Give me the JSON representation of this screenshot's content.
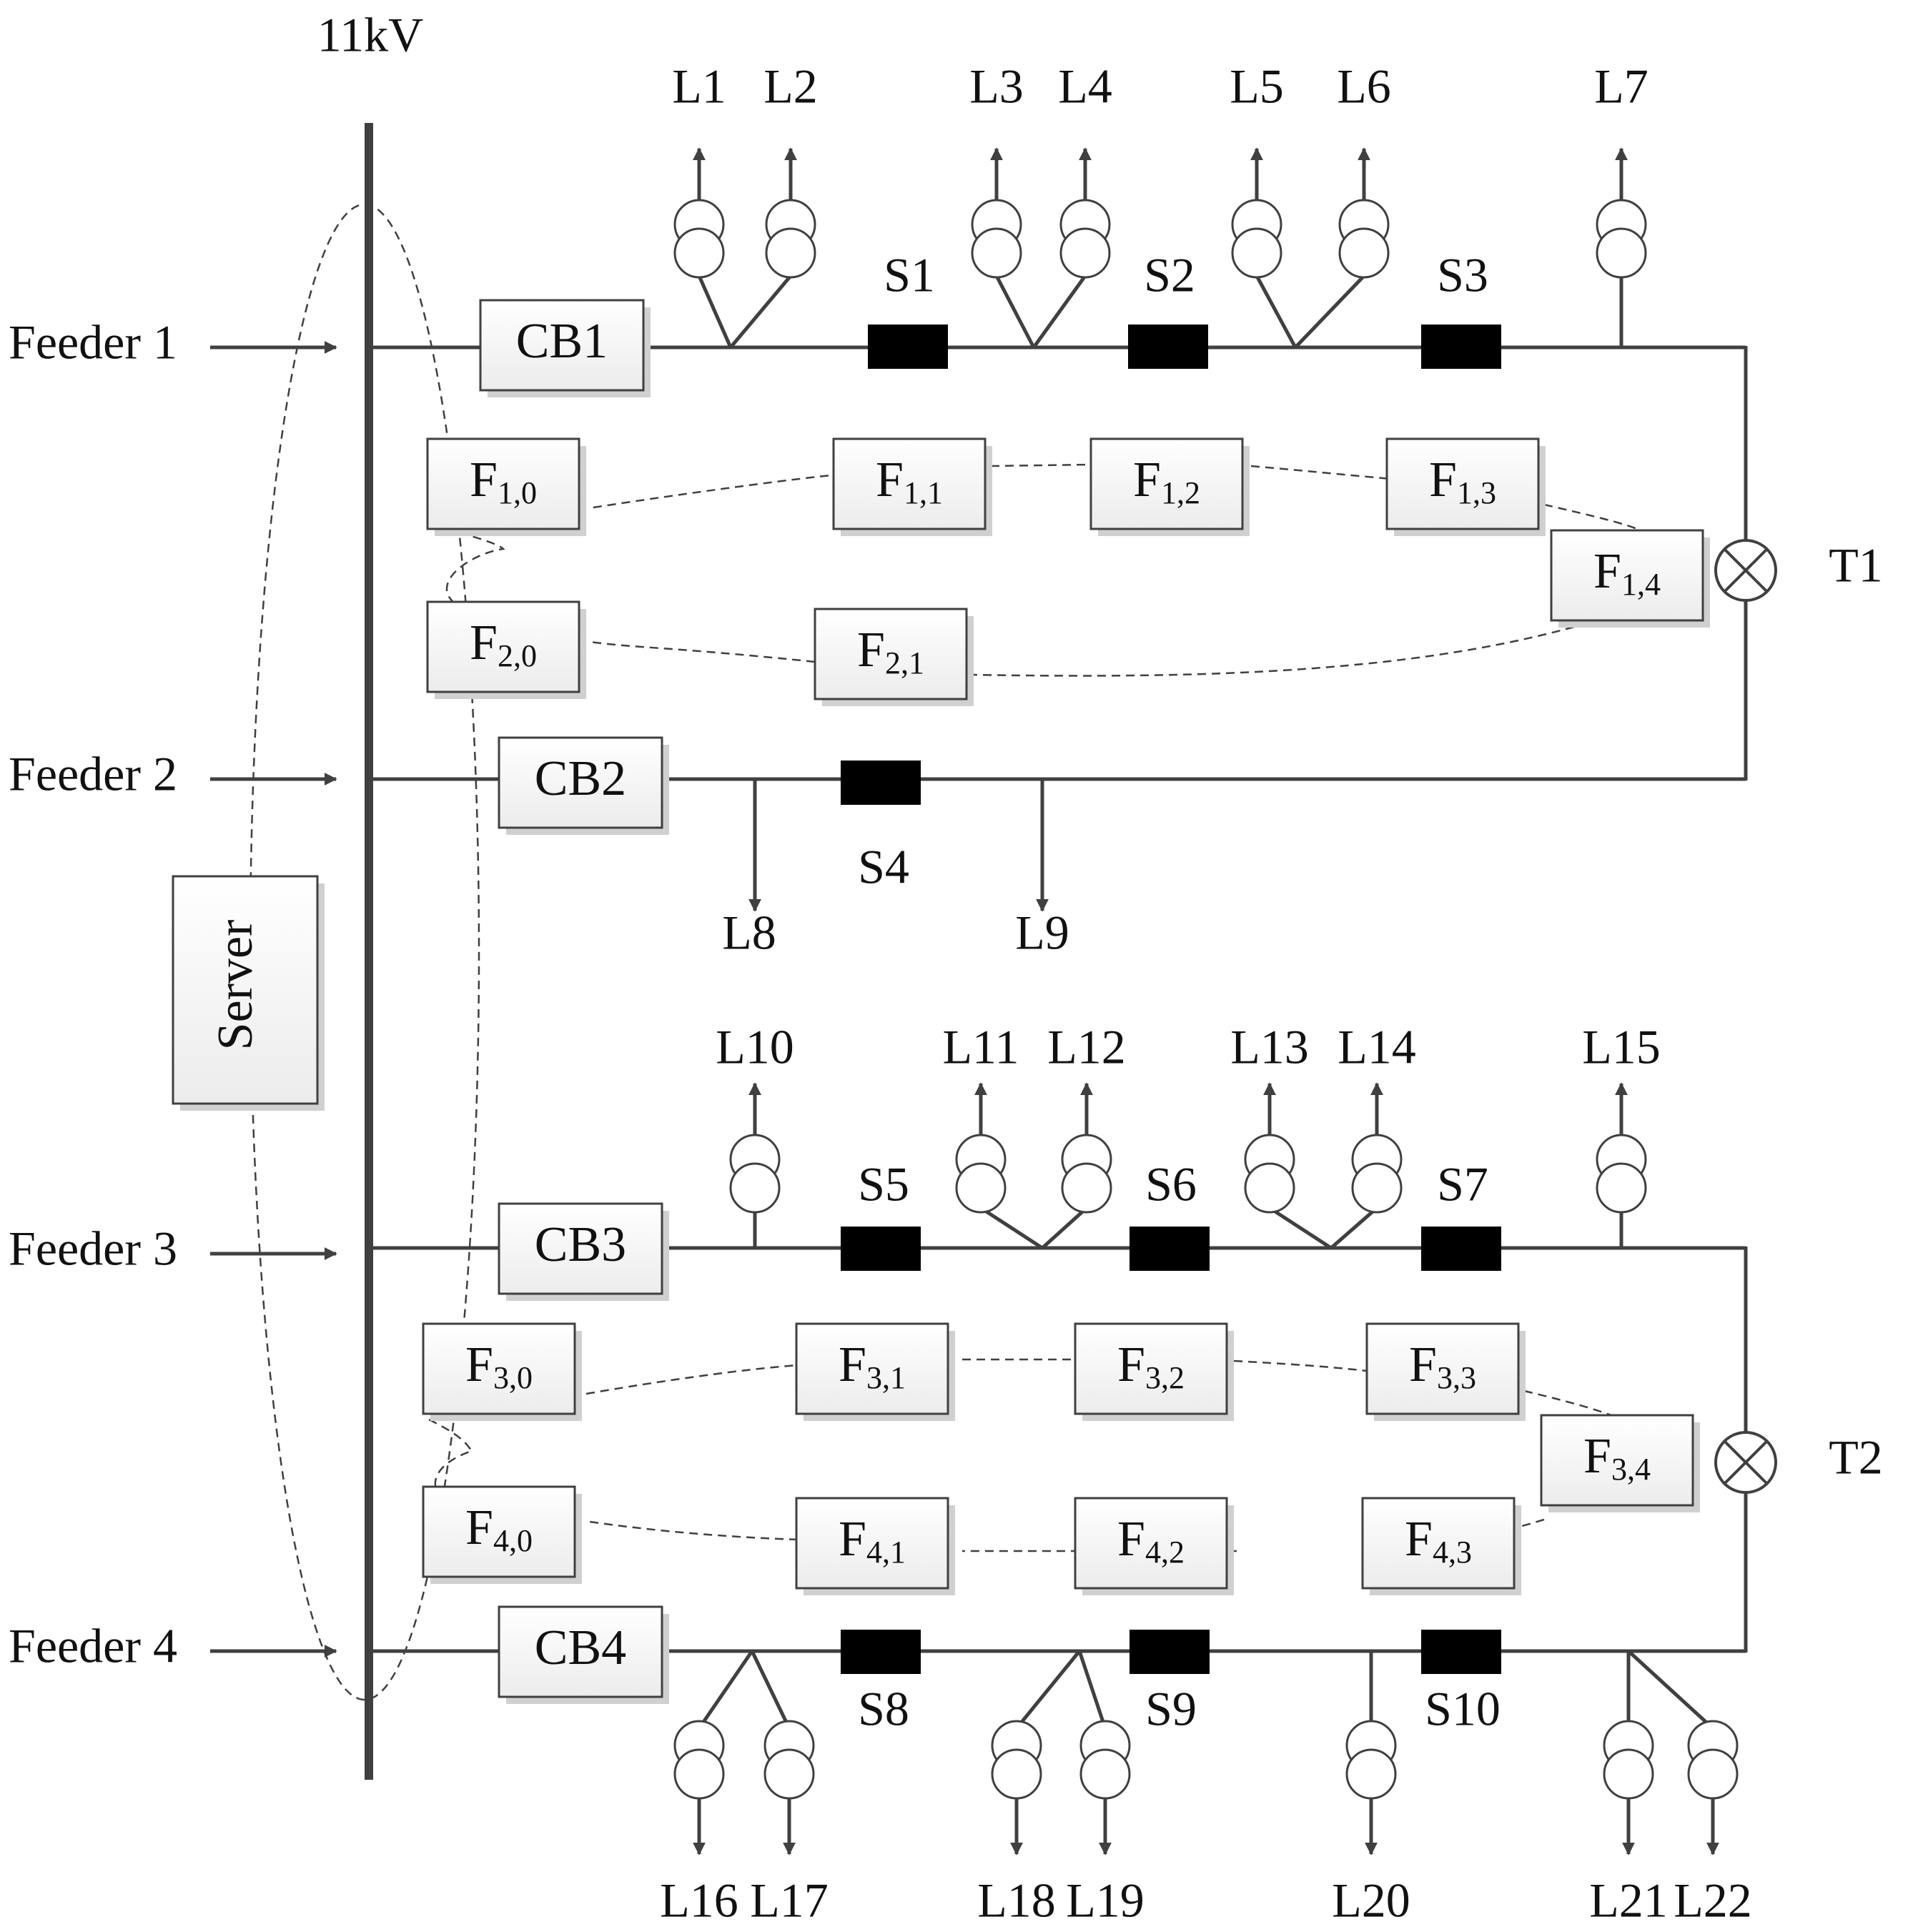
{
  "bus_label": "11kV",
  "server_label": "Server",
  "feeders": [
    "Feeder 1",
    "Feeder 2",
    "Feeder 3",
    "Feeder 4"
  ],
  "breakers": [
    "CB1",
    "CB2",
    "CB3",
    "CB4"
  ],
  "switches": [
    "S1",
    "S2",
    "S3",
    "S4",
    "S5",
    "S6",
    "S7",
    "S8",
    "S9",
    "S10"
  ],
  "transformers": [
    "T1",
    "T2"
  ],
  "loads": [
    "L1",
    "L2",
    "L3",
    "L4",
    "L5",
    "L6",
    "L7",
    "L8",
    "L9",
    "L10",
    "L11",
    "L12",
    "L13",
    "L14",
    "L15",
    "L16",
    "L17",
    "L18",
    "L19",
    "L20",
    "L21",
    "L22"
  ],
  "fault_units": [
    {
      "base": "F",
      "sub": "1,0"
    },
    {
      "base": "F",
      "sub": "1,1"
    },
    {
      "base": "F",
      "sub": "1,2"
    },
    {
      "base": "F",
      "sub": "1,3"
    },
    {
      "base": "F",
      "sub": "1,4"
    },
    {
      "base": "F",
      "sub": "2,0"
    },
    {
      "base": "F",
      "sub": "2,1"
    },
    {
      "base": "F",
      "sub": "3,0"
    },
    {
      "base": "F",
      "sub": "3,1"
    },
    {
      "base": "F",
      "sub": "3,2"
    },
    {
      "base": "F",
      "sub": "3,3"
    },
    {
      "base": "F",
      "sub": "3,4"
    },
    {
      "base": "F",
      "sub": "4,0"
    },
    {
      "base": "F",
      "sub": "4,1"
    },
    {
      "base": "F",
      "sub": "4,2"
    },
    {
      "base": "F",
      "sub": "4,3"
    }
  ],
  "colors": {
    "line": "#404040",
    "switch": "#000000",
    "box_fill": "#f7f7f7",
    "shadow": "#d0d0d0"
  }
}
